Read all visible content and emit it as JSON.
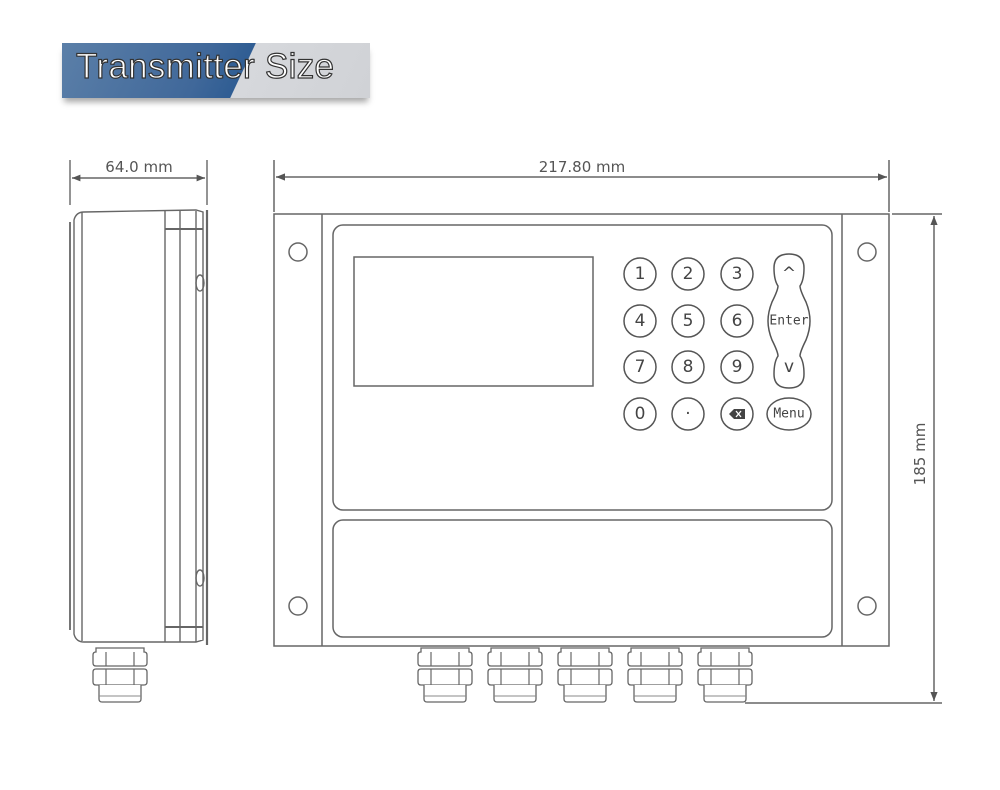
{
  "title": "Transmitter Size",
  "dimensions": {
    "side_depth": "64.0 mm",
    "front_width": "217.80 mm",
    "front_height": "185 mm"
  },
  "keypad": {
    "keys": [
      "1",
      "2",
      "3",
      "4",
      "5",
      "6",
      "7",
      "8",
      "9",
      "0",
      "·"
    ],
    "backspace_icon": "backspace-icon",
    "up_label": "^",
    "enter_label": "Enter",
    "down_label": "v",
    "menu_label": "Menu"
  },
  "cable_glands": {
    "front_count": 5,
    "side_count": 1
  },
  "colors": {
    "line": "#555555",
    "banner_blue": "#3a6599",
    "banner_grey": "#d3d5d9"
  }
}
